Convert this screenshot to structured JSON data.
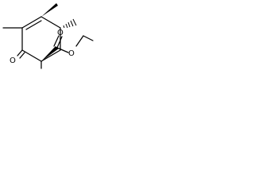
{
  "molecule": {
    "atoms": {
      "carbonyl_oxygen": "O",
      "ester_carbonyl_oxygen": "O",
      "ester_ether_oxygen": "O"
    }
  }
}
